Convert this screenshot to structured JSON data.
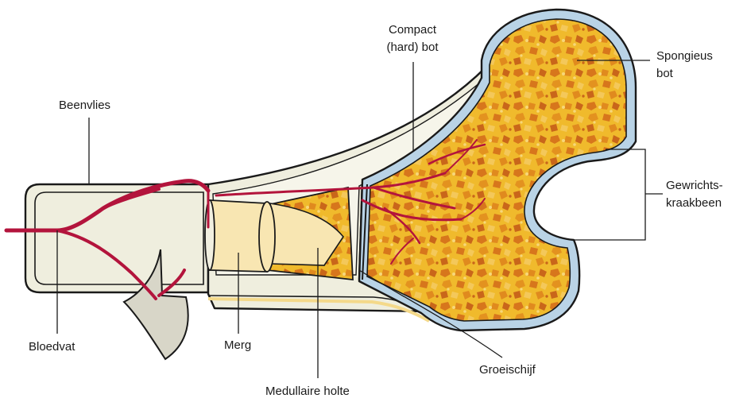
{
  "labels": {
    "beenvlies": "Beenvlies",
    "compact_line1": "Compact",
    "compact_line2": "(hard) bot",
    "spongieus_line1": "Spongieus",
    "spongieus_line2": "bot",
    "gewrichts_line1": "Gewrichts-",
    "gewrichts_line2": "kraakbeen",
    "bloedvat": "Bloedvat",
    "merg": "Merg",
    "medullaire": "Medullaire holte",
    "groeischijf": "Groeischijf"
  },
  "colors": {
    "shaft_fill": "#efeede",
    "shaft_inner": "#f6f5ea",
    "marrow_fill": "#f8e6b2",
    "spongy_base": "#f0ba2c",
    "spongy_spots": "#d7761c",
    "cartilage": "#b9d3e6",
    "blood_vessel": "#b3143c",
    "cut_face": "#d8d6c8"
  }
}
